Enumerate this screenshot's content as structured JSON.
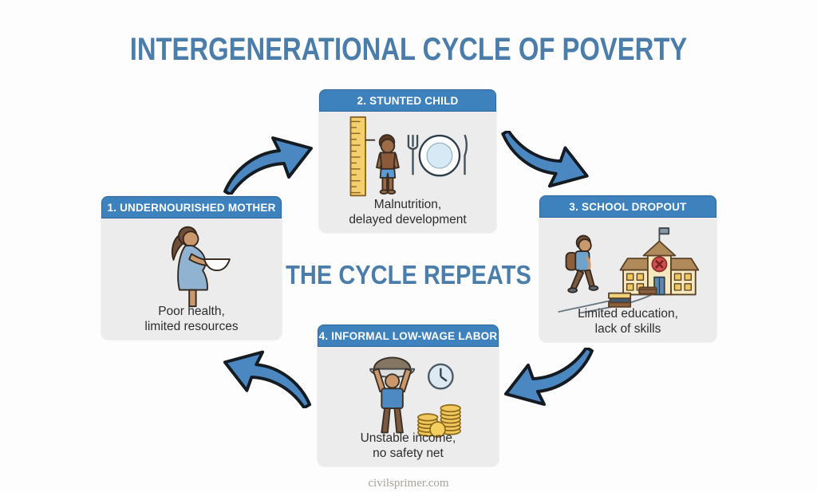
{
  "page": {
    "title": "INTERGENERATIONAL CYCLE OF POVERTY",
    "center_text": "THE CYCLE REPEATS",
    "watermark": "civilsprimer.com"
  },
  "colors": {
    "title_blue": "#4a7da9",
    "header_blue": "#3d82bd",
    "header_text": "#ffffff",
    "box_bg": "#ececec",
    "arrow_fill": "#4b87c0",
    "arrow_outline": "#151b22",
    "desc_text": "#2d2d2d",
    "watermark_gray": "#a8a49c"
  },
  "steps": [
    {
      "label": "1. UNDERNOURISHED MOTHER",
      "desc_line1": "Poor health,",
      "desc_line2": "limited resources",
      "icon": "pregnant-mother-with-bowl-icon"
    },
    {
      "label": "2. STUNTED CHILD",
      "desc_line1": "Malnutrition,",
      "desc_line2": "delayed development",
      "icon": "child-height-ruler-empty-plate-icon"
    },
    {
      "label": "3. SCHOOL DROPOUT",
      "desc_line1": "Limited education,",
      "desc_line2": "lack of skills",
      "icon": "student-leaving-school-icon"
    },
    {
      "label": "4. INFORMAL LOW-WAGE LABOR",
      "desc_line1": "Unstable income,",
      "desc_line2": "no safety net",
      "icon": "laborer-clock-coins-icon"
    }
  ],
  "arrows": [
    {
      "name": "arrow-step1-to-step2",
      "from": "1. UNDERNOURISHED MOTHER",
      "to": "2. STUNTED CHILD"
    },
    {
      "name": "arrow-step2-to-step3",
      "from": "2. STUNTED CHILD",
      "to": "3. SCHOOL DROPOUT"
    },
    {
      "name": "arrow-step3-to-step4",
      "from": "3. SCHOOL DROPOUT",
      "to": "4. INFORMAL LOW-WAGE LABOR"
    },
    {
      "name": "arrow-step4-to-step1",
      "from": "4. INFORMAL LOW-WAGE LABOR",
      "to": "1. UNDERNOURISHED MOTHER"
    }
  ]
}
